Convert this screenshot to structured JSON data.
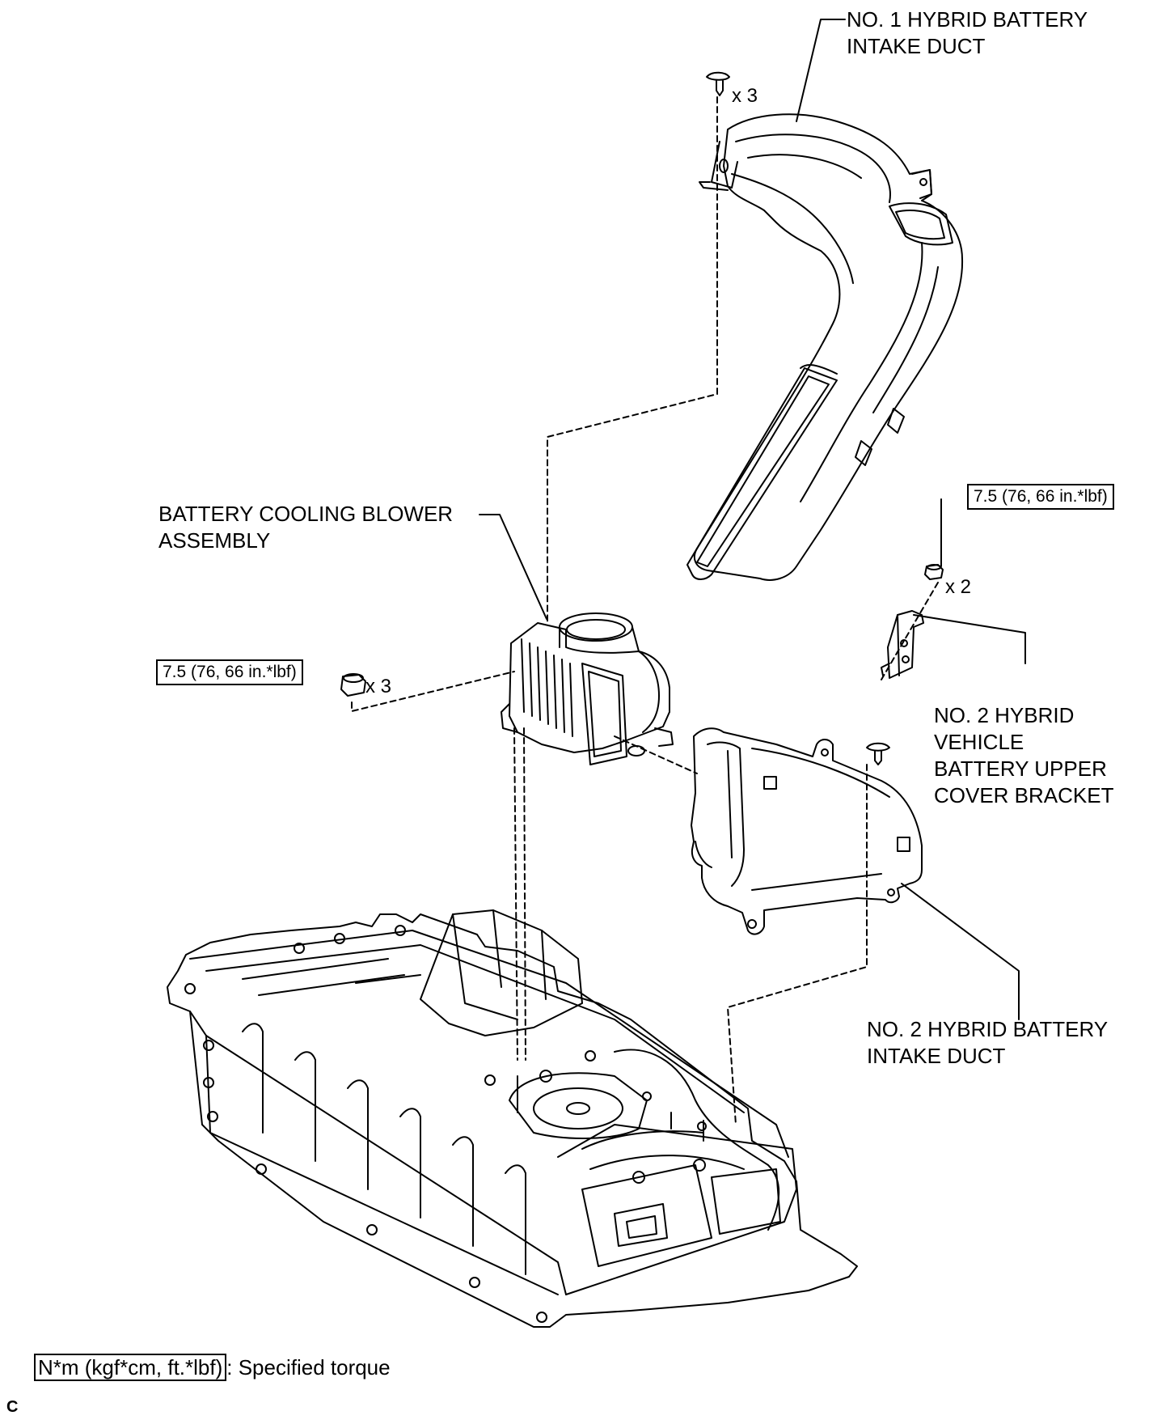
{
  "labels": {
    "no1_duct": [
      "NO. 1 HYBRID BATTERY",
      "INTAKE DUCT"
    ],
    "blower": [
      "BATTERY COOLING BLOWER",
      "ASSEMBLY"
    ],
    "bracket": [
      "NO. 2 HYBRID",
      "VEHICLE",
      "BATTERY UPPER",
      "COVER BRACKET"
    ],
    "no2_duct": [
      "NO. 2 HYBRID BATTERY",
      "INTAKE DUCT"
    ]
  },
  "quantities": {
    "clip_top": "x 3",
    "nut_left": "x 3",
    "nut_right": "x 2"
  },
  "torque": {
    "left": "7.5 (76, 66 in.*lbf)",
    "right": "7.5 (76, 66 in.*lbf)"
  },
  "legend": {
    "unit": "N*m (kgf*cm, ft.*lbf)",
    "text": ": Specified torque"
  },
  "corner_mark": "C",
  "colors": {
    "line": "#000000",
    "background": "#ffffff"
  }
}
